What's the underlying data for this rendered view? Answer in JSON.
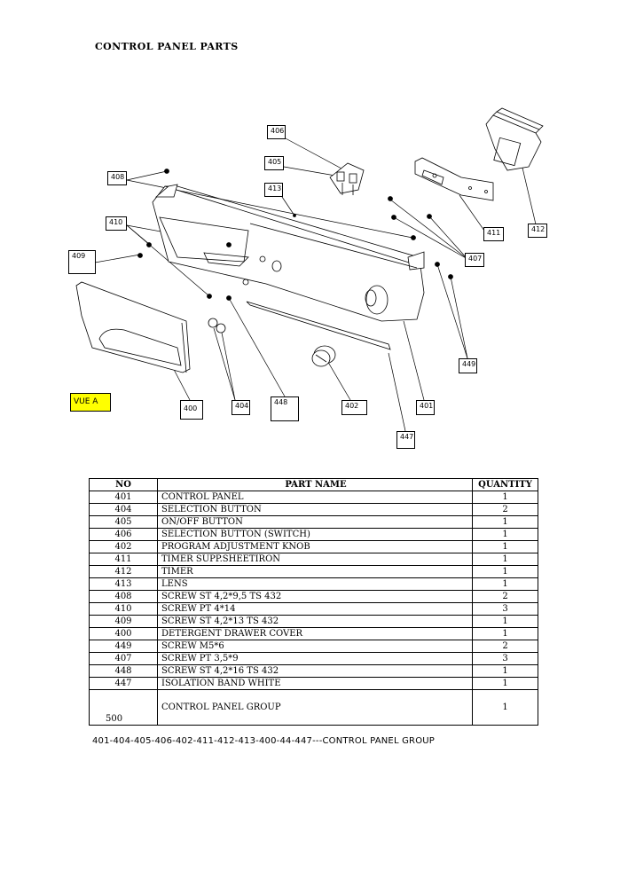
{
  "page": {
    "title": "CONTROL PANEL PARTS",
    "view_label": "VUE A",
    "footer": "401-404-405-406-402-411-412-413-400-44-447---CONTROL PANEL GROUP"
  },
  "callouts": [
    "406",
    "405",
    "413",
    "408",
    "410",
    "409",
    "411",
    "412",
    "407",
    "449",
    "400",
    "404",
    "448",
    "402",
    "401",
    "447"
  ],
  "table": {
    "headers": {
      "no": "NO",
      "name": "PART NAME",
      "qty": "QUANTITY"
    },
    "rows": [
      {
        "no": "401",
        "name": "CONTROL PANEL",
        "qty": "1"
      },
      {
        "no": "404",
        "name": "SELECTION BUTTON",
        "qty": "2"
      },
      {
        "no": "405",
        "name": "ON/OFF BUTTON",
        "qty": "1"
      },
      {
        "no": "406",
        "name": "SELECTION BUTTON (SWITCH)",
        "qty": "1"
      },
      {
        "no": "402",
        "name": "PROGRAM ADJUSTMENT KNOB",
        "qty": "1"
      },
      {
        "no": "411",
        "name": "TIMER SUPP.SHEETIRON",
        "qty": "1"
      },
      {
        "no": "412",
        "name": "TIMER",
        "qty": "1"
      },
      {
        "no": "413",
        "name": "LENS",
        "qty": "1"
      },
      {
        "no": "408",
        "name": "SCREW ST 4,2*9,5 TS 432",
        "qty": "2"
      },
      {
        "no": "410",
        "name": "SCREW PT 4*14",
        "qty": "3"
      },
      {
        "no": "409",
        "name": "SCREW ST 4,2*13 TS 432",
        "qty": "1"
      },
      {
        "no": "400",
        "name": "DETERGENT DRAWER COVER",
        "qty": "1"
      },
      {
        "no": "449",
        "name": "SCREW M5*6",
        "qty": "2"
      },
      {
        "no": "407",
        "name": "SCREW PT 3,5*9",
        "qty": "3"
      },
      {
        "no": "448",
        "name": "SCREW ST 4,2*16 TS 432",
        "qty": "1"
      },
      {
        "no": "447",
        "name": "ISOLATION BAND WHITE",
        "qty": "1"
      }
    ],
    "group_row": {
      "no": "500",
      "name": "CONTROL PANEL GROUP",
      "qty": "1"
    }
  }
}
